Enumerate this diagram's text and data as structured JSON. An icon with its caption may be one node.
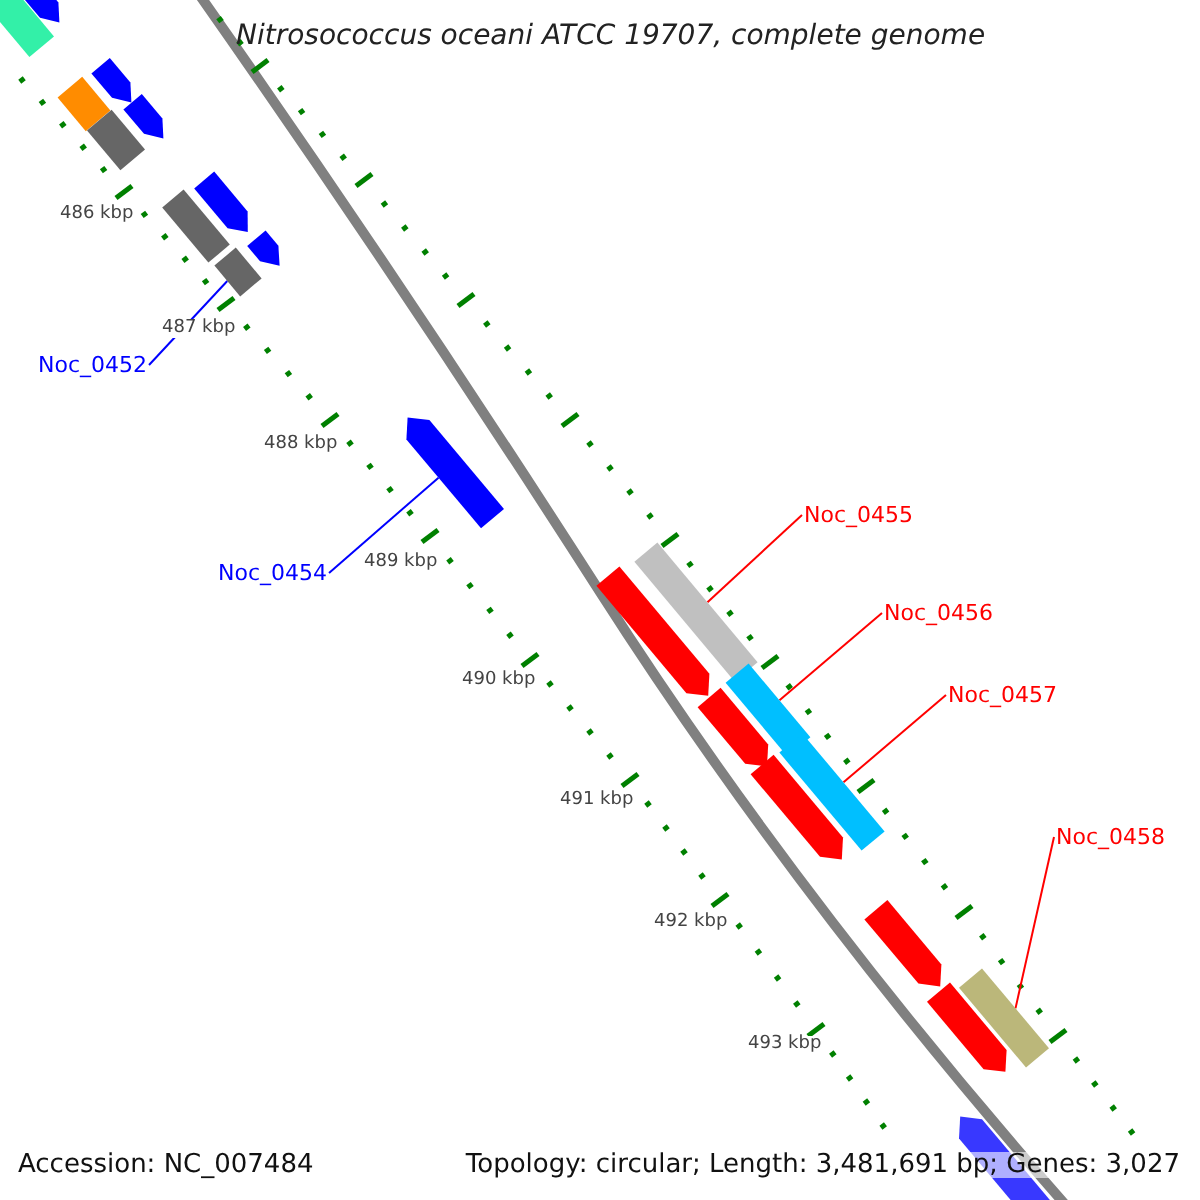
{
  "diagram": {
    "title": "Nitrosococcus oceani ATCC 19707, complete genome",
    "nodes": [
      {
        "text": [
          "Noc_0452"
        ]
      },
      {
        "text": [],
        "shape": "bar"
      },
      {
        "text": [
          "Noc_0454"
        ]
      },
      {
        "text": [],
        "shape": "arrow"
      },
      {
        "text": [
          "Noc_0455"
        ]
      },
      {
        "text": [],
        "shape": "bar"
      },
      {
        "text": [
          "Noc_0456"
        ]
      },
      {
        "text": [],
        "shape": "bar"
      },
      {
        "text": [
          "Noc_0457"
        ]
      },
      {
        "text": [],
        "shape": "bar"
      },
      {
        "text": [
          "Noc_0458"
        ]
      },
      {
        "text": [],
        "shape": "bar"
      }
    ],
    "edges": [
      {
        "from": 0,
        "to": 1,
        "arrow": "none",
        "color": "#0000ff"
      },
      {
        "from": 2,
        "to": 3,
        "arrow": "none",
        "color": "#0000ff"
      },
      {
        "from": 4,
        "to": 5,
        "arrow": "none"
      },
      {
        "from": 6,
        "to": 7,
        "arrow": "none"
      },
      {
        "from": 8,
        "to": 9,
        "arrow": "none"
      },
      {
        "from": 10,
        "to": 11,
        "arrow": "none"
      }
    ],
    "labels": [
      "486 kbp",
      "487 kbp",
      "488 kbp",
      "489 kbp",
      "490 kbp",
      "491 kbp",
      "492 kbp",
      "493 kbp",
      "Accession: NC_007484",
      "Topology: circular; Length: 3,481,691 bp; Genes: 3,027"
    ]
  }
}
